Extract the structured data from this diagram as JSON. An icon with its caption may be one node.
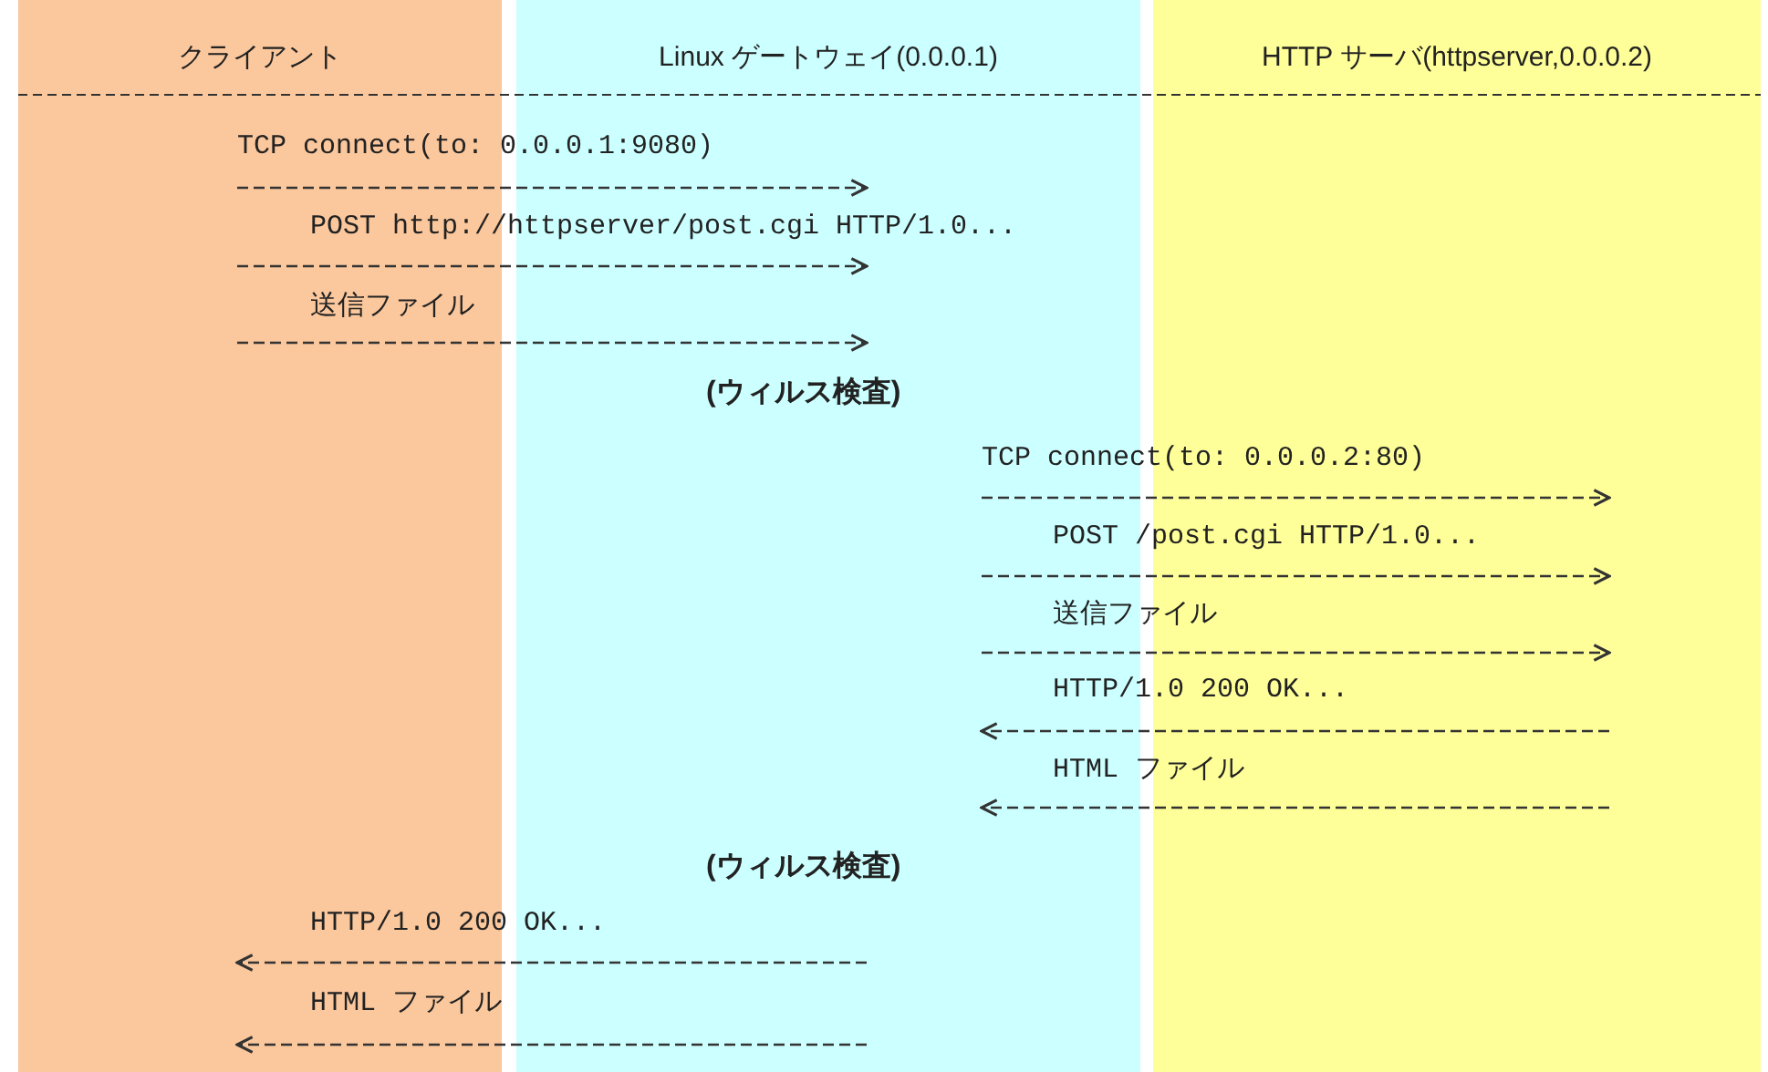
{
  "diagram": {
    "nodes": [
      {
        "text": [
          "クライアント"
        ]
      },
      {
        "text": [
          "Linux ゲートウェイ(0.0.0.1)"
        ]
      },
      {
        "text": [
          "HTTP サーバ(httpserver,0.0.0.2)"
        ]
      }
    ],
    "edges": [
      {
        "from": 0,
        "to": 1,
        "arrow": "to",
        "label": "TCP connect(to: 0.0.0.1:9080)",
        "style": "dashed"
      },
      {
        "from": 0,
        "to": 1,
        "arrow": "to",
        "label": "POST http://httpserver/post.cgi HTTP/1.0...",
        "style": "dashed"
      },
      {
        "from": 0,
        "to": 1,
        "arrow": "to",
        "label": "送信ファイル",
        "style": "dashed"
      },
      {
        "from": 1,
        "to": 2,
        "arrow": "to",
        "label": "TCP connect(to: 0.0.0.2:80)",
        "style": "dashed"
      },
      {
        "from": 1,
        "to": 2,
        "arrow": "to",
        "label": "POST /post.cgi HTTP/1.0...",
        "style": "dashed"
      },
      {
        "from": 1,
        "to": 2,
        "arrow": "to",
        "label": "送信ファイル",
        "style": "dashed"
      },
      {
        "from": 2,
        "to": 1,
        "arrow": "to",
        "label": "HTTP/1.0 200 OK...",
        "style": "dashed"
      },
      {
        "from": 2,
        "to": 1,
        "arrow": "to",
        "label": "HTML ファイル",
        "style": "dashed"
      },
      {
        "from": 1,
        "to": 0,
        "arrow": "to",
        "label": "HTTP/1.0 200 OK...",
        "style": "dashed"
      },
      {
        "from": 1,
        "to": 0,
        "arrow": "to",
        "label": "HTML ファイル",
        "style": "dashed"
      }
    ],
    "labels": [
      "(ウィルス検査)",
      "(ウィルス検査)"
    ]
  }
}
